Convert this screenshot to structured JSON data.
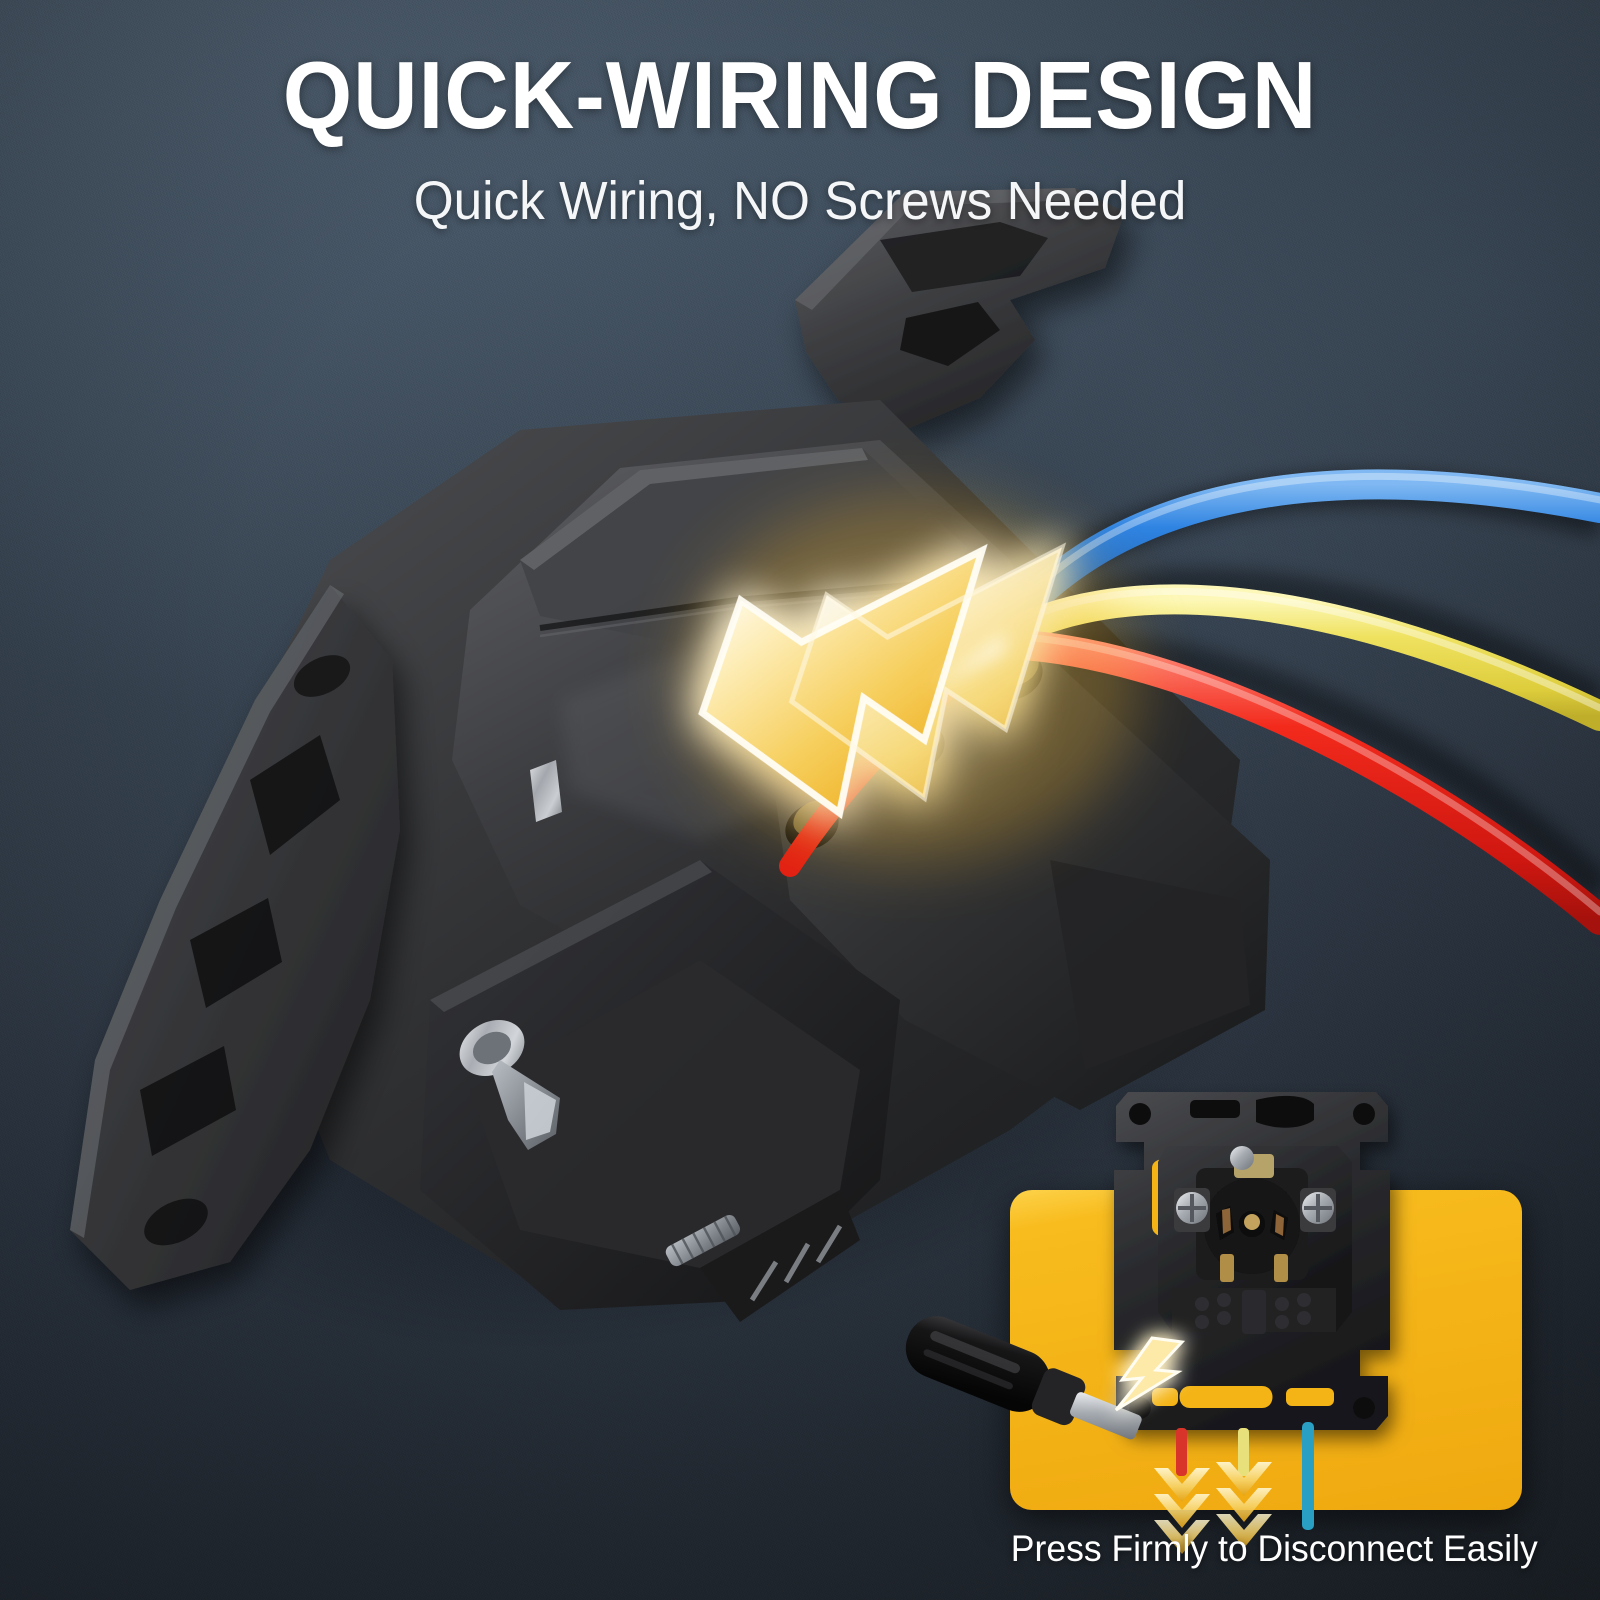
{
  "header": {
    "title": "QUICK-WIRING DESIGN",
    "subtitle": "Quick Wiring, NO Screws Needed"
  },
  "inset": {
    "caption": "Press Firmly to Disconnect Easily",
    "card_color": "#f4b417",
    "screwdriver_label": "screwdriver",
    "arrow_count": 3
  },
  "product": {
    "name": "Flush-mount electrical socket mechanism",
    "body_color": "#2b2b2d",
    "frame_color": "#343437"
  },
  "wires": [
    {
      "name": "blue-wire",
      "color": "#2a7ede"
    },
    {
      "name": "yellow-wire",
      "color": "#ebe05a"
    },
    {
      "name": "red-wire",
      "color": "#ef2218"
    }
  ],
  "inset_wires": [
    {
      "name": "inset-red-wire",
      "color": "#d9342a"
    },
    {
      "name": "inset-yellow-wire",
      "color": "#e8e07a"
    },
    {
      "name": "inset-teal-wire",
      "color": "#2a9fc4"
    }
  ],
  "spark": {
    "name": "lightning-bolt",
    "core_color": "#fff6d8",
    "glow_color": "#f5b31c"
  },
  "background": {
    "top_color": "#44525f",
    "bottom_color": "#222931"
  }
}
